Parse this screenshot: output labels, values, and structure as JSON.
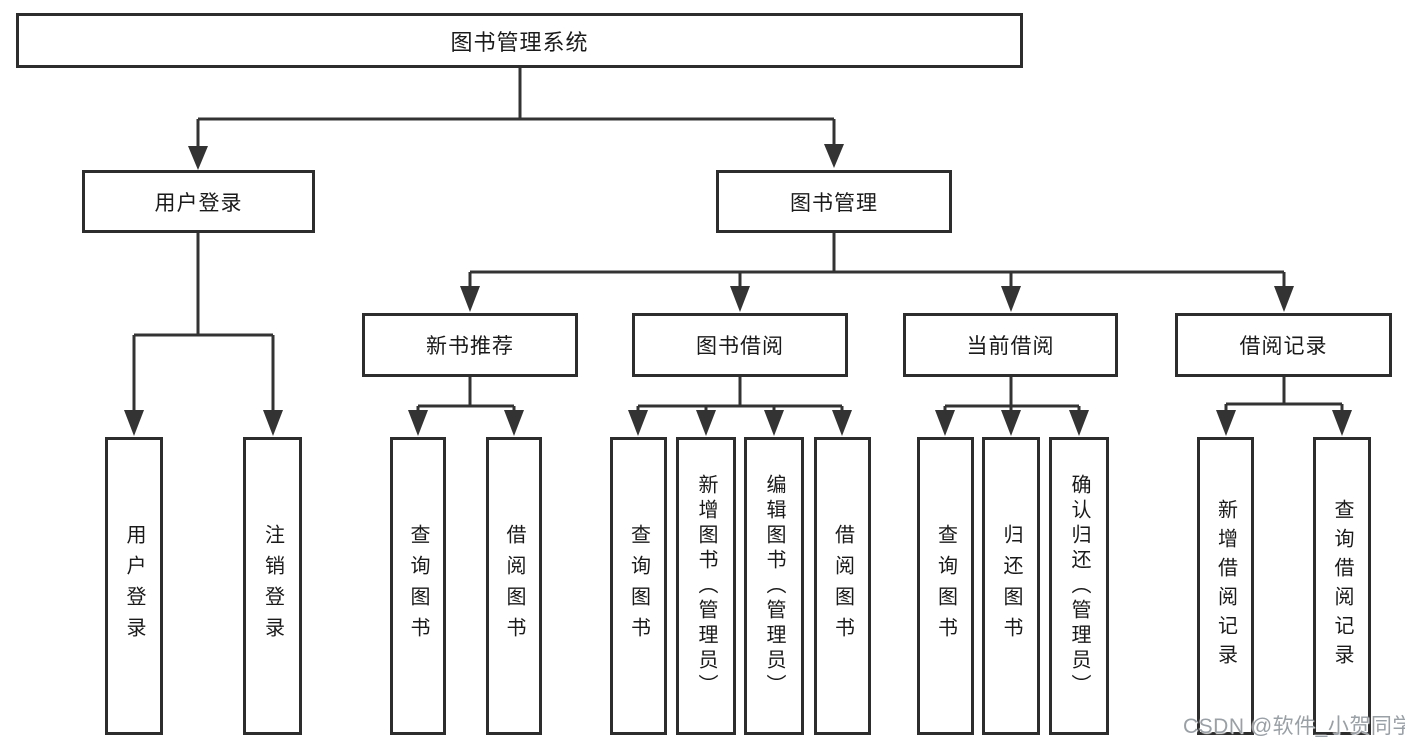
{
  "tree": {
    "root": {
      "label": "图书管理系统"
    },
    "level1": [
      {
        "label": "用户登录",
        "children": [
          {
            "label": "用户登录"
          },
          {
            "label": "注销登录"
          }
        ]
      },
      {
        "label": "图书管理",
        "children": [
          {
            "label": "新书推荐",
            "children": [
              {
                "label": "查询图书"
              },
              {
                "label": "借阅图书"
              }
            ]
          },
          {
            "label": "图书借阅",
            "children": [
              {
                "label": "查询图书"
              },
              {
                "label": "新增图书（管理员）"
              },
              {
                "label": "编辑图书（管理员）"
              },
              {
                "label": "借阅图书"
              }
            ]
          },
          {
            "label": "当前借阅",
            "children": [
              {
                "label": "查询图书"
              },
              {
                "label": "归还图书"
              },
              {
                "label": "确认归还（管理员）"
              }
            ]
          },
          {
            "label": "借阅记录",
            "children": [
              {
                "label": "新增借阅记录"
              },
              {
                "label": "查询借阅记录"
              }
            ]
          }
        ]
      }
    ]
  },
  "watermark": {
    "text": "CSDN @软件_小贺同学"
  },
  "colors": {
    "line": "#333333",
    "border": "#2d2d2d",
    "text": "#1a1a1a",
    "background": "#ffffff",
    "watermark": "#99a0a6"
  }
}
